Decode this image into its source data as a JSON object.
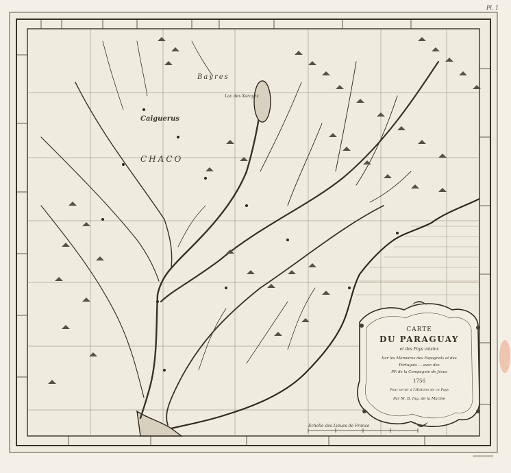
{
  "page_number": "Pl. 1",
  "cartouche": {
    "line1": "CARTE",
    "line2": "DU PARAGUAY",
    "line3": "et des Pays voisins",
    "line4": "Sur les Mémoires des Espagnols et des",
    "line5": "Portugais ... avec des",
    "line6": "PP. de la Compagnie de Jésus",
    "line7": "1756",
    "line8": "Pour servir à l'Histoire de ce Pays",
    "line9": "Par M. B. Ing. de la Marine"
  },
  "labels": {
    "bayres": "Bayres",
    "lac": "Lac des Xarayes",
    "caiguerus": "Caiguerus",
    "chaco": "CHACO",
    "scale": "Echelle des Lieues de France"
  },
  "colors": {
    "paper": "#f1ece0",
    "ink": "#3a3227",
    "stain": "#e9a27f"
  }
}
